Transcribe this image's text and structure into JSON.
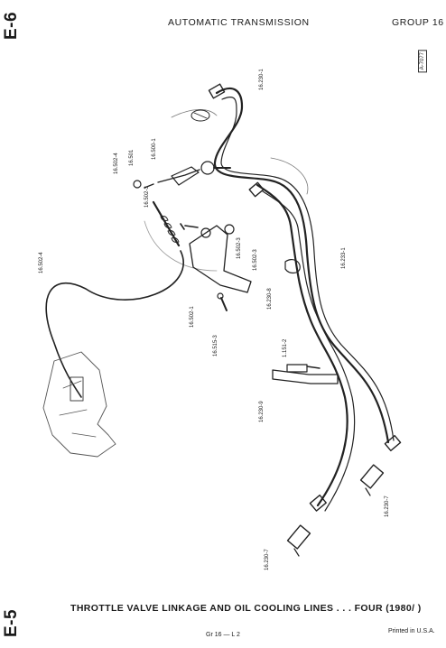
{
  "side_tags": {
    "top": "E-6",
    "bottom": "E-5"
  },
  "header": {
    "title": "AUTOMATIC TRANSMISSION",
    "group": "GROUP 16"
  },
  "ref_code": "A-7077",
  "part_labels": [
    "16.230-1",
    "16.502-4",
    "16.501",
    "16.500-1",
    "16.502-3",
    "16.502-4",
    "16.502-3",
    "16.502-3",
    "16.233-1",
    "16.230-8",
    "16.502-1",
    "16.515-3",
    "1.151-2",
    "16.230-9",
    "16.230-7",
    "16.230-7"
  ],
  "caption": "THROTTLE VALVE LINKAGE AND OIL COOLING LINES . . . FOUR (1980/ )",
  "footer": {
    "page": "Gr 16 — L 2",
    "printed": "Printed in U.S.A."
  }
}
